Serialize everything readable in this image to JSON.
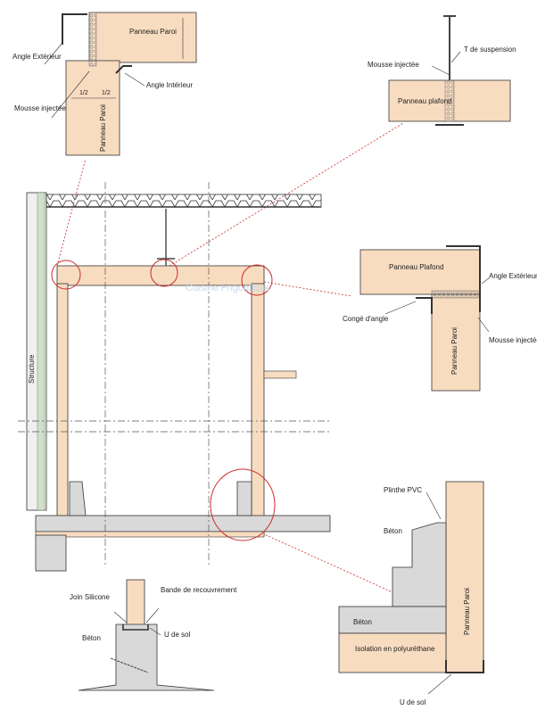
{
  "colors": {
    "panel": "#f8dcc0",
    "panel_stroke": "#333333",
    "concrete": "#d9d9d9",
    "metal": "#444444",
    "detail_line": "#cc2b2b",
    "axis": "#555555",
    "foam": "#9a9a9a"
  },
  "top_left_detail": {
    "panel_wall_horizontal": "Panneau Paroi",
    "panel_wall_vertical": "Panneau Paroi",
    "angle_exterior": "Angle Extérieur",
    "angle_interior": "Angle Intérieur",
    "foam_injected": "Mousse injectée",
    "half_left": "1/2",
    "half_right": "1/2"
  },
  "top_right_detail": {
    "foam_injected": "Mousse injectée",
    "suspension_t": "T de suspension",
    "panel_ceiling": "Panneau plafond"
  },
  "middle_right_detail": {
    "panel_ceiling": "Panneau Plafond",
    "angle_exterior": "Angle Extérieur",
    "fillet_corner": "Congé d'angle",
    "panel_wall": "Panneau Paroi",
    "foam_injected": "Mousse injectée"
  },
  "main_section": {
    "structure_label": "Structure",
    "watermark": "Cuisine Frigorifique"
  },
  "bottom_left_detail": {
    "silicone_joint": "Join Silicone",
    "overlap_strip": "Bande de recouvrement",
    "floor_u": "U de sol",
    "concrete": "Béton"
  },
  "bottom_right_detail": {
    "pvc_plinth": "Plinthe PVC",
    "concrete_upper": "Béton",
    "concrete_slab": "Béton",
    "insulation": "Isolation en polyuréthane",
    "panel_wall": "Panneau Paroi",
    "floor_u": "U de sol"
  }
}
